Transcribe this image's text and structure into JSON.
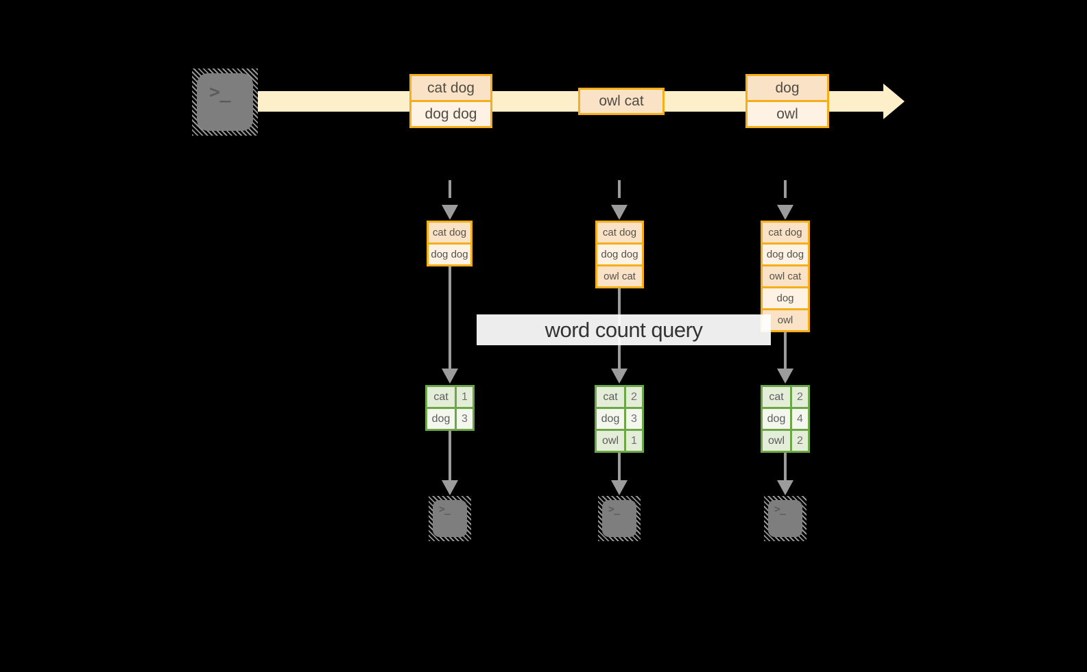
{
  "labels": {
    "query_overlay": "word count query"
  },
  "icons": {
    "source_terminal": "terminal-icon",
    "sink_terminals": [
      "terminal-icon",
      "terminal-icon",
      "terminal-icon"
    ],
    "terminal_glyph": ">_"
  },
  "colors": {
    "background": "#000000",
    "stream_band": "#FCEFC9",
    "batch_border": "#F5AE17",
    "batch_fill_dark": "#FAE2C6",
    "batch_fill_light": "#FDF2E3",
    "table_border": "#6CA746",
    "table_fill_dark": "#E4EDD8",
    "table_fill_light": "#F3F7EE",
    "arrow_gray": "#9C9C9C",
    "terminal_gray": "#7E7E7E"
  },
  "stream": {
    "batches": [
      {
        "rows": [
          "cat dog",
          "dog dog"
        ]
      },
      {
        "rows": [
          "owl cat"
        ]
      },
      {
        "rows": [
          "dog",
          "owl"
        ]
      }
    ]
  },
  "micro_batch_inputs": [
    {
      "rows": [
        "cat dog",
        "dog dog"
      ]
    },
    {
      "rows": [
        "cat dog",
        "dog dog",
        "owl cat"
      ]
    },
    {
      "rows": [
        "cat dog",
        "dog dog",
        "owl cat",
        "dog",
        "owl"
      ]
    }
  ],
  "word_counts": [
    {
      "rows": [
        {
          "word": "cat",
          "count": "1"
        },
        {
          "word": "dog",
          "count": "3"
        }
      ]
    },
    {
      "rows": [
        {
          "word": "cat",
          "count": "2"
        },
        {
          "word": "dog",
          "count": "3"
        },
        {
          "word": "owl",
          "count": "1"
        }
      ]
    },
    {
      "rows": [
        {
          "word": "cat",
          "count": "2"
        },
        {
          "word": "dog",
          "count": "4"
        },
        {
          "word": "owl",
          "count": "2"
        }
      ]
    }
  ]
}
